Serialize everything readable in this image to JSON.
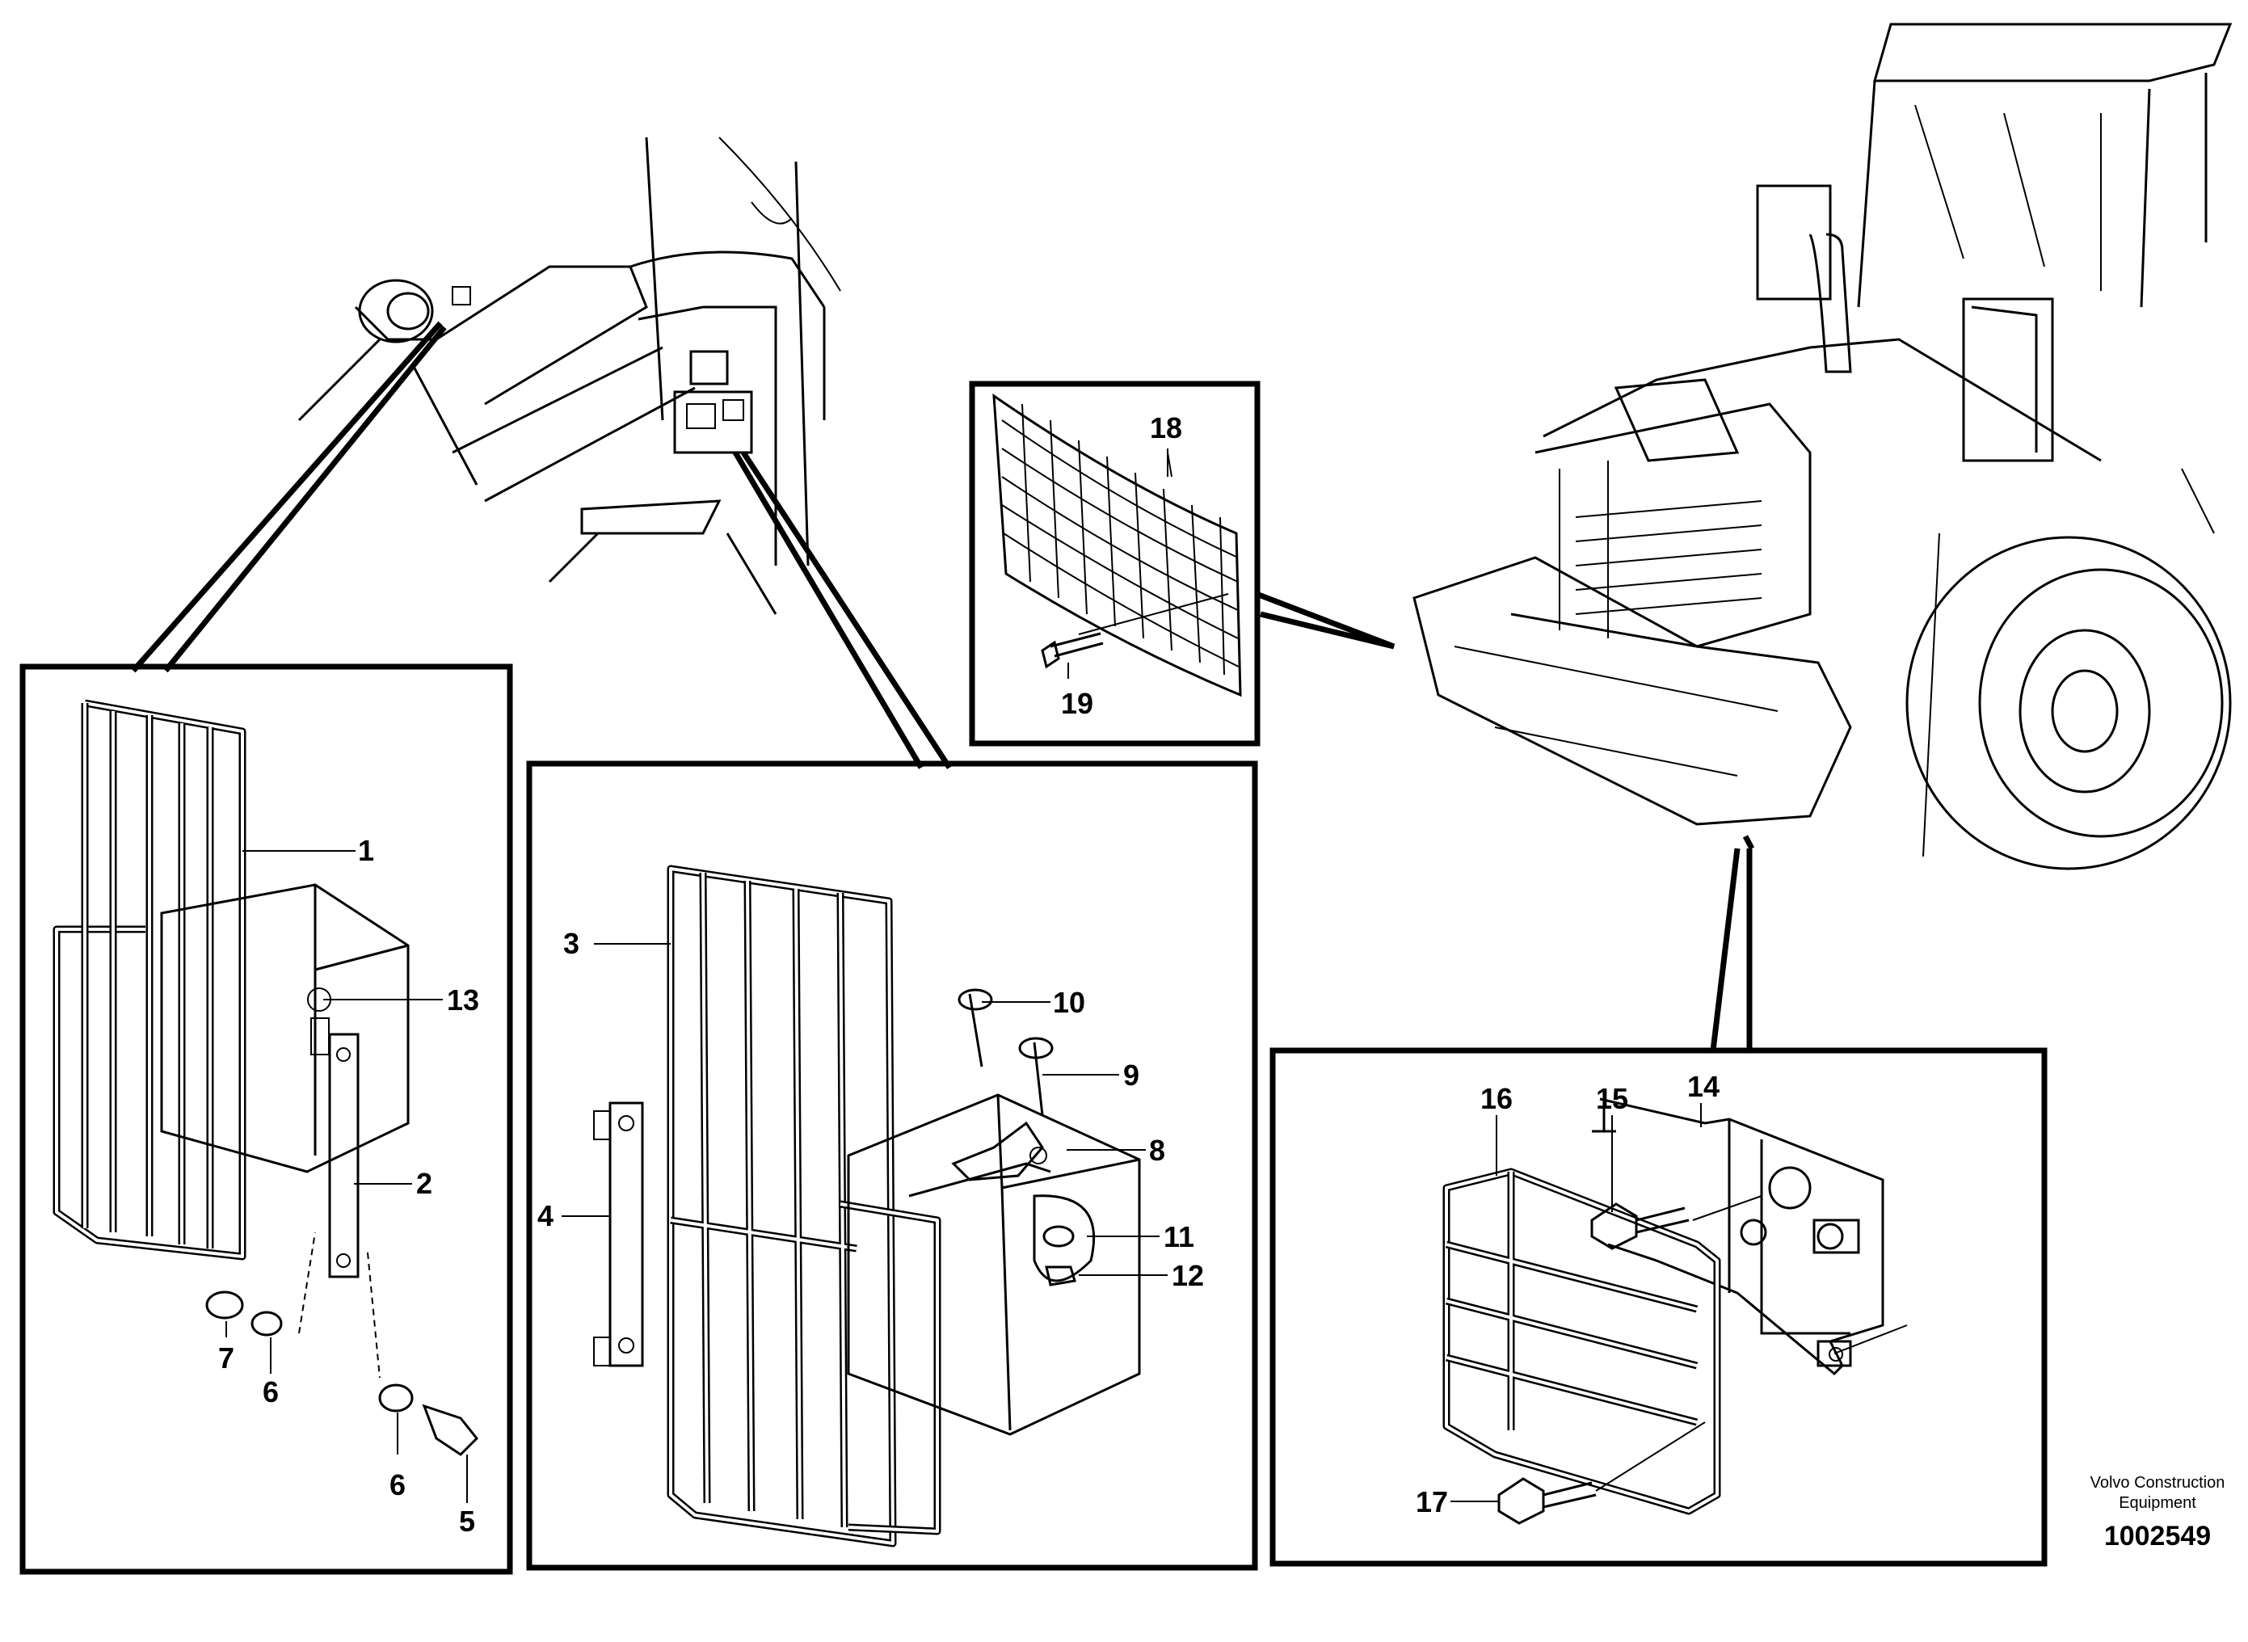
{
  "callouts": {
    "c1": "1",
    "c2": "2",
    "c3": "3",
    "c4": "4",
    "c5": "5",
    "c6a": "6",
    "c6b": "6",
    "c7": "7",
    "c8": "8",
    "c9": "9",
    "c10": "10",
    "c11": "11",
    "c12": "12",
    "c13": "13",
    "c14": "14",
    "c15": "15",
    "c16": "16",
    "c17": "17",
    "c18": "18",
    "c19": "19"
  },
  "footer": {
    "company_line1": "Volvo Construction",
    "company_line2": "Equipment",
    "drawing_number": "1002549"
  }
}
